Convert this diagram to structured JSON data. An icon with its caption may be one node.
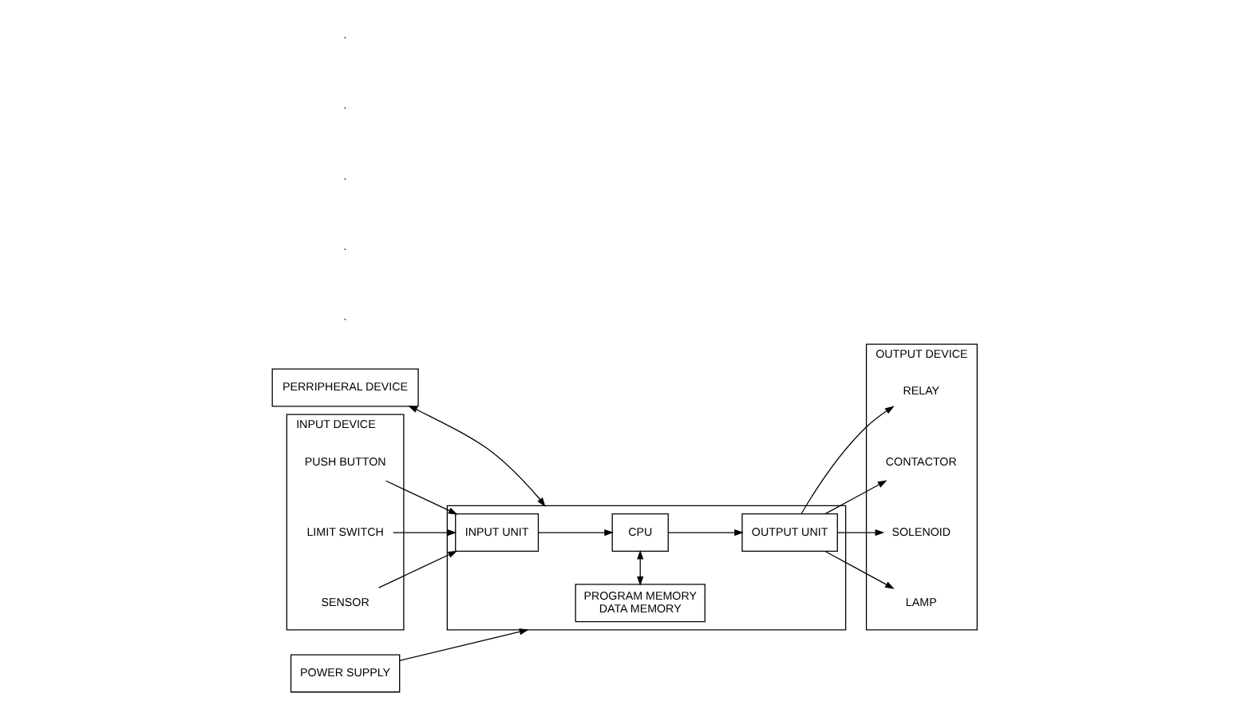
{
  "diagram": {
    "nodes": [
      {
        "text": [
          "PERRIPHERAL DEVICE"
        ]
      },
      {
        "text": [
          "INPUT DEVICE"
        ]
      },
      {
        "text": [
          "PUSH BUTTON"
        ],
        "in": 1
      },
      {
        "text": [
          "LIMIT SWITCH"
        ],
        "in": 1
      },
      {
        "text": [
          "SENSOR"
        ],
        "in": 1
      },
      {
        "text": [],
        "shape": "box"
      },
      {
        "text": [
          "PROGRAM MEMORY",
          "DATA MEMORY"
        ],
        "in": 5
      },
      {
        "text": [
          "INPUT UNIT"
        ],
        "in": 5
      },
      {
        "text": [
          "CPU"
        ],
        "in": 5
      },
      {
        "text": [
          "OUTPUT UNIT"
        ],
        "in": 5
      },
      {
        "text": [
          "OUTPUT DEVICE"
        ]
      },
      {
        "text": [
          "RELAY"
        ],
        "in": 10
      },
      {
        "text": [
          "CONTACTOR"
        ],
        "in": 10
      },
      {
        "text": [
          "SOLENOID"
        ],
        "in": 10
      },
      {
        "text": [
          "LAMP"
        ],
        "in": 10
      },
      {
        "text": [
          "POWER SUPPLY"
        ]
      }
    ],
    "edges": [
      {
        "from": 0,
        "to": 5,
        "arrow": "both"
      },
      {
        "from": 2,
        "to": 7,
        "arrow": "to"
      },
      {
        "from": 3,
        "to": 7,
        "arrow": "to"
      },
      {
        "from": 4,
        "to": 7,
        "arrow": "to"
      },
      {
        "from": 7,
        "to": 8,
        "arrow": "to"
      },
      {
        "from": 6,
        "to": 8,
        "arrow": "both"
      },
      {
        "from": 8,
        "to": 9,
        "arrow": "to"
      },
      {
        "from": 9,
        "to": 11,
        "arrow": "to"
      },
      {
        "from": 9,
        "to": 12,
        "arrow": "to"
      },
      {
        "from": 9,
        "to": 13,
        "arrow": "to"
      },
      {
        "from": 9,
        "to": 14,
        "arrow": "to"
      },
      {
        "from": 15,
        "to": 5,
        "arrow": "to"
      }
    ],
    "labels": [
      ".",
      ".",
      ".",
      ".",
      "."
    ]
  }
}
